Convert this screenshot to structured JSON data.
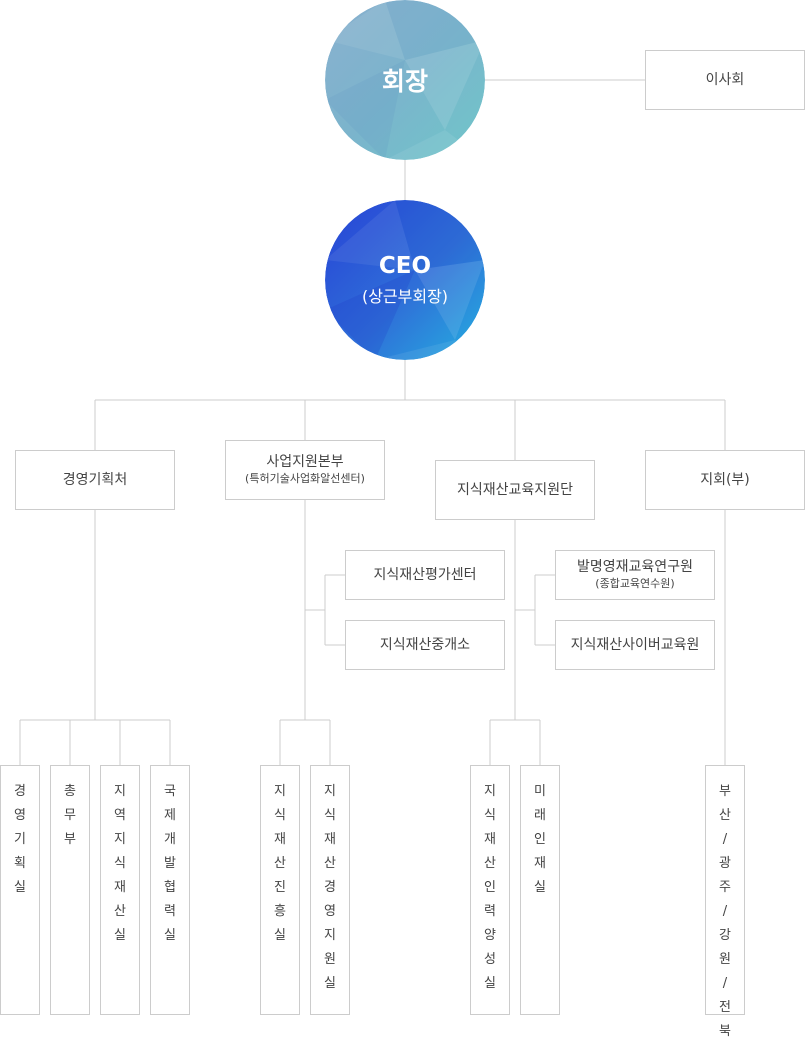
{
  "chairman": {
    "label": "회장"
  },
  "board": {
    "label": "이사회"
  },
  "ceo": {
    "label": "CEO",
    "sub": "(상근부회장)"
  },
  "divisions": {
    "management": {
      "label": "경영기획처"
    },
    "business": {
      "label": "사업지원본부",
      "sub": "(특허기술사업화알선센터)"
    },
    "education": {
      "label": "지식재산교육지원단"
    },
    "branch": {
      "label": "지회(부)"
    }
  },
  "centers": {
    "evaluation": {
      "label": "지식재산평가센터"
    },
    "brokerage": {
      "label": "지식재산중개소"
    },
    "invention_edu": {
      "label": "발명영재교육연구원",
      "sub": "(종합교육연수원)"
    },
    "cyber_edu": {
      "label": "지식재산사이버교육원"
    }
  },
  "offices": [
    {
      "label": "경영기획실"
    },
    {
      "label": "총무부"
    },
    {
      "label": "지역지식재산실"
    },
    {
      "label": "국제개발협력실"
    },
    {
      "label": "지식재산진흥실"
    },
    {
      "label": "지식재산경영지원실"
    },
    {
      "label": "지식재산인력양성실"
    },
    {
      "label": "미래인재실"
    },
    {
      "label": "부산/광주/강원/전북"
    }
  ],
  "colors": {
    "chairman_circle": "#7fb3cc",
    "ceo_circle": "#2a5bd8",
    "line": "#cccccc",
    "border": "#cccccc",
    "text": "#444444"
  }
}
